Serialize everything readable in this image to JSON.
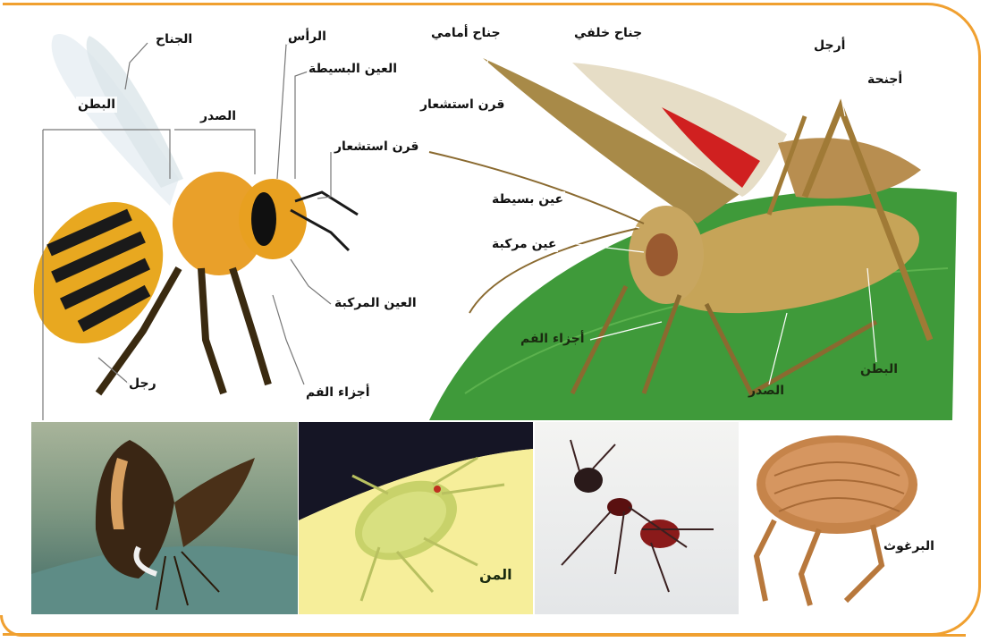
{
  "bee_labels": {
    "wing": "الجناح",
    "head": "الرأس",
    "simple_eye": "العين البسيطة",
    "abdomen": "البطن",
    "thorax": "الصدر",
    "antenna": "قرن استشعار",
    "compound_eye": "العين المركبة",
    "leg": "رجل",
    "mouthparts": "أجزاء الفم"
  },
  "grasshopper_labels": {
    "forewing": "جناح أمامي",
    "hindwing": "جناح خلفي",
    "legs": "أرجل",
    "wings": "أجنحة",
    "antenna": "قرن استشعار",
    "simple_eye": "عين بسيطة",
    "compound_eye": "عين مركبة",
    "mouthparts": "أجزاء الفم",
    "abdomen": "البطن",
    "thorax": "الصدر"
  },
  "bottom_labels": {
    "aphid": "المن",
    "flea": "البرغوث"
  },
  "colors": {
    "frame": "#f0a030",
    "leaf": "#3f9a3a",
    "bee_stripe": "#e8a820"
  }
}
